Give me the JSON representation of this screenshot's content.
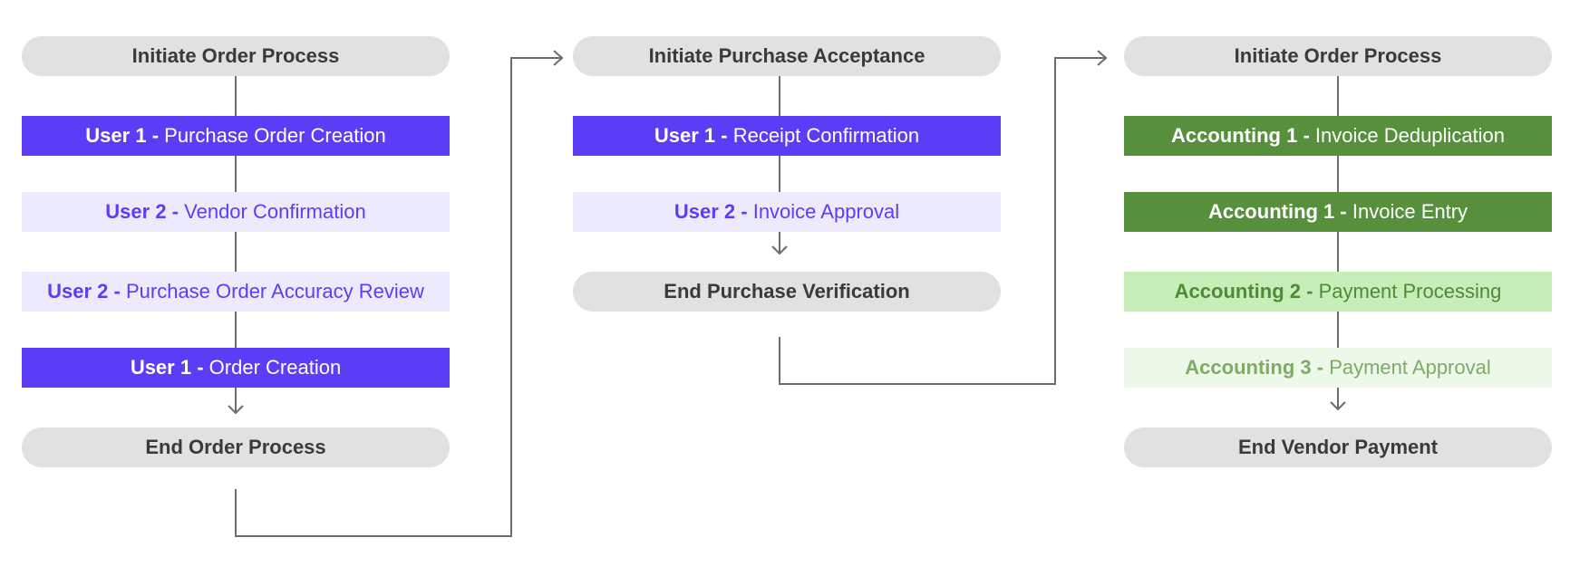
{
  "colors": {
    "pill_bg": "#e1e1e1",
    "pill_text": "#3a3a3a",
    "purple_solid": "#5b3df5",
    "purple_light_bg": "#ecebfe",
    "purple_light_text": "#5b3df5",
    "green_solid": "#56903c",
    "green_mid_bg": "#c7edb8",
    "green_mid_text": "#4f8a37",
    "green_pale_bg": "#eef8ea",
    "green_pale_text": "#7dad63",
    "connector": "#6b6b6b",
    "white": "#ffffff"
  },
  "columns": [
    {
      "start": "Initiate Order Process",
      "steps": [
        {
          "role": "User 1",
          "separator": "-",
          "task": "Purchase Order Creation",
          "style": "purple_solid"
        },
        {
          "role": "User 2",
          "separator": "-",
          "task": "Vendor Confirmation",
          "style": "purple_light"
        },
        {
          "role": "User 2",
          "separator": "-",
          "task": "Purchase Order Accuracy Review",
          "style": "purple_light"
        },
        {
          "role": "User 1",
          "separator": "-",
          "task": "Order Creation",
          "style": "purple_solid"
        }
      ],
      "end": "End Order Process"
    },
    {
      "start": "Initiate Purchase Acceptance",
      "steps": [
        {
          "role": "User 1",
          "separator": "-",
          "task": "Receipt Confirmation",
          "style": "purple_solid"
        },
        {
          "role": "User 2",
          "separator": "-",
          "task": "Invoice Approval",
          "style": "purple_light"
        }
      ],
      "end": "End Purchase Verification"
    },
    {
      "start": "Initiate Order Process",
      "steps": [
        {
          "role": "Accounting 1",
          "separator": "-",
          "task": "Invoice Deduplication",
          "style": "green_solid"
        },
        {
          "role": "Accounting 1",
          "separator": "-",
          "task": "Invoice Entry",
          "style": "green_solid"
        },
        {
          "role": "Accounting 2",
          "separator": "-",
          "task": "Payment Processing",
          "style": "green_mid"
        },
        {
          "role": "Accounting 3",
          "separator": "-",
          "task": "Payment Approval",
          "style": "green_pale"
        }
      ],
      "end": "End Vendor Payment"
    }
  ]
}
